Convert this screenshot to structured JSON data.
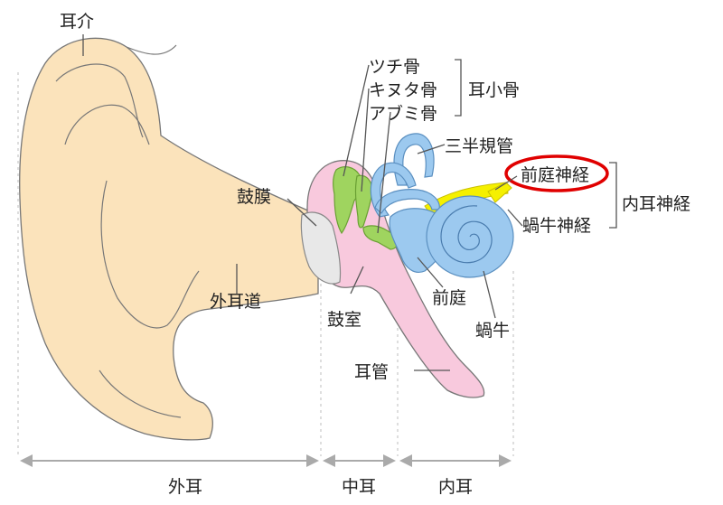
{
  "labels": {
    "auricle": "耳介",
    "eardrum": "鼓膜",
    "ear_canal": "外耳道",
    "malleus": "ツチ骨",
    "incus": "キヌタ骨",
    "stapes": "アブミ骨",
    "ossicles": "耳小骨",
    "semicircular_canals": "三半規管",
    "vestibular_nerve": "前庭神経",
    "cochlear_nerve": "蝸牛神経",
    "inner_ear_nerve": "内耳神経",
    "vestibule": "前庭",
    "cochlea": "蝸牛",
    "tympanic_cavity": "鼓室",
    "eustachian_tube": "耳管"
  },
  "regions": {
    "outer_ear": "外耳",
    "middle_ear": "中耳",
    "inner_ear": "内耳"
  },
  "colors": {
    "auricle_fill": "#fbe3bb",
    "tympanic_fill": "#f8c9dd",
    "ossicle_fill": "#9fd45f",
    "inner_ear_fill": "#9cc9ef",
    "nerve_fill": "#f5f000",
    "eardrum_fill": "#e8e8e8",
    "highlight": "#e00000"
  }
}
